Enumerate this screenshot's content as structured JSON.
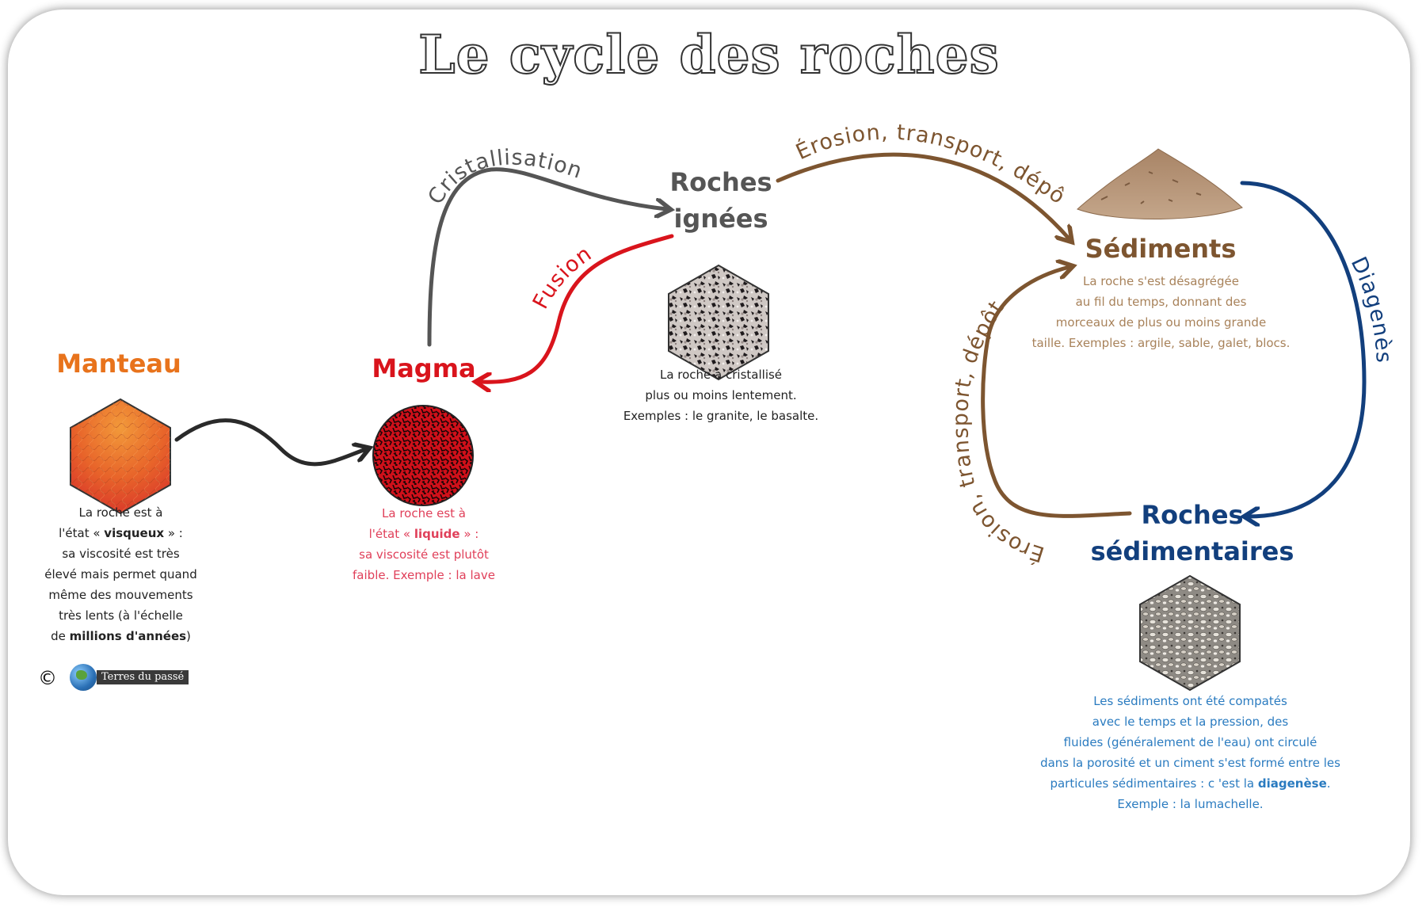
{
  "title": "Le cycle des roches",
  "colors": {
    "mantle": "#e8731c",
    "magma": "#d9141c",
    "magma_text": "#e0405a",
    "igneous": "#555555",
    "sediment": "#7d5530",
    "sediment_text": "#a8825a",
    "sedimentary": "#123f7d",
    "sedimentary_text": "#2a7bc0",
    "arrow_dark": "#2a2a2a"
  },
  "nodes": {
    "mantle": {
      "label": "Manteau",
      "desc": {
        "l1": "La roche est à",
        "l2a": "l'état « ",
        "l2b": "visqueux",
        "l2c": " » :",
        "l3": "sa viscosité est très",
        "l4": "élevé mais permet quand",
        "l5": "même des mouvements",
        "l6": "très lents (à l'échelle",
        "l7a": "de ",
        "l7b": "millions d'années",
        "l7c": ")"
      }
    },
    "magma": {
      "label": "Magma",
      "desc": {
        "l1": "La roche est à",
        "l2a": "l'état « ",
        "l2b": "liquide",
        "l2c": " » :",
        "l3": "sa viscosité est plutôt",
        "l4": "faible. Exemple : la lave"
      }
    },
    "igneous": {
      "label_line1": "Roches",
      "label_line2": "ignées",
      "desc": {
        "l1": "La roche a cristallisé",
        "l2": "plus ou moins lentement.",
        "l3": "Exemples : le granite, le basalte."
      }
    },
    "sediments": {
      "label": "Sédiments",
      "desc": {
        "l1": "La roche s'est désagrégée",
        "l2": "au fil du temps, donnant des",
        "l3": "morceaux de plus ou moins grande",
        "l4": "taille. Exemples : argile, sable, galet, blocs."
      }
    },
    "sedimentary": {
      "label_line1": "Roches",
      "label_line2": "sédimentaires",
      "desc": {
        "l1": "Les sédiments ont été compatés",
        "l2": "avec le temps et la pression, des",
        "l3": "fluides (généralement de l'eau) ont circulé",
        "l4": "dans la porosité et un ciment s'est formé entre les",
        "l5a": "particules sédimentaires : c 'est la ",
        "l5b": "diagenèse",
        "l5c": ".",
        "l6": "Exemple : la lumachelle."
      }
    }
  },
  "arrows": {
    "crystallisation": "Cristallisation",
    "fusion": "Fusion",
    "erosion_top": "Érosion, transport, dépôt",
    "erosion_left": "Érosion, transport, dépôt",
    "diagenesis": "Diagenèse"
  },
  "credit": {
    "symbol": "©",
    "name": "Terres du passé"
  }
}
